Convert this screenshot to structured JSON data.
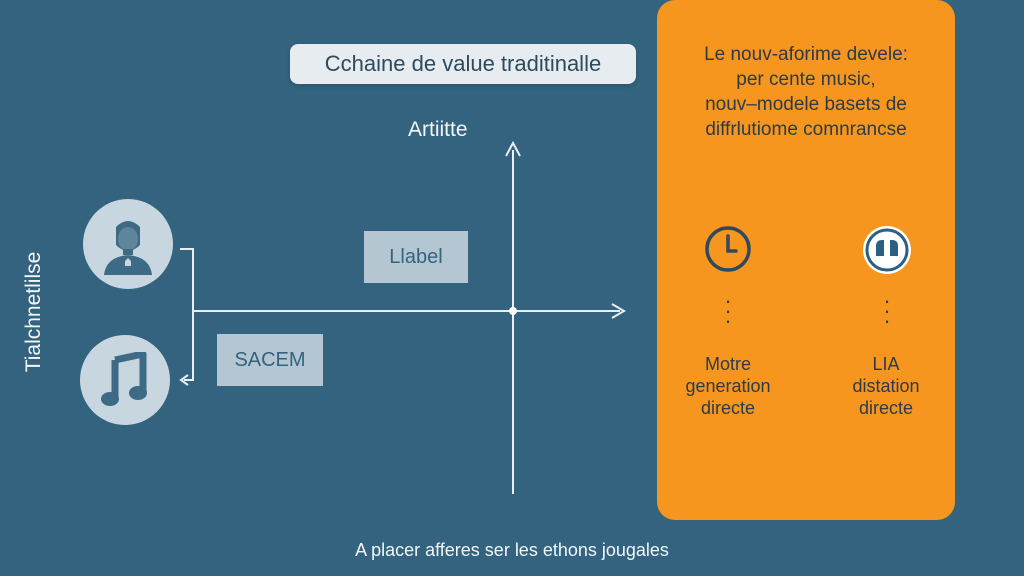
{
  "header": {
    "pill_text": "Cchaine de value traditinalle",
    "artist_label": "Artiitte",
    "side_label": "Tialchnetlilse"
  },
  "flow": {
    "label_box": "Llabel",
    "sacem_box": "SACEM"
  },
  "panel": {
    "title_lines": [
      "Le nouv-aforime devele:",
      "per cente music,",
      "nouv–modele basets de",
      "diffrlutiome comnrancse"
    ],
    "left_col": {
      "icon": "clock-icon",
      "lines": [
        "Motre",
        "generation",
        "directe"
      ]
    },
    "right_col": {
      "icon": "quote-icon",
      "lines": [
        "LIA",
        "distation",
        "directe"
      ]
    }
  },
  "footer": {
    "text": "A placer afferes ser les ethons jougales"
  },
  "colors": {
    "background": "#33637f",
    "panel": "#f6961f",
    "pill": "#e6ecef",
    "box": "#b4c6d1"
  }
}
